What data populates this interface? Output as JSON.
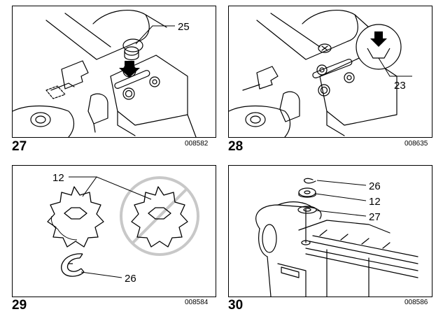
{
  "figures": [
    {
      "number": "27",
      "code": "008582",
      "callouts": [
        "25"
      ]
    },
    {
      "number": "28",
      "code": "008635",
      "callouts": [
        "23"
      ]
    },
    {
      "number": "29",
      "code": "008584",
      "callouts": [
        "12",
        "26"
      ]
    },
    {
      "number": "30",
      "code": "008586",
      "callouts": [
        "26",
        "12",
        "27"
      ]
    }
  ]
}
